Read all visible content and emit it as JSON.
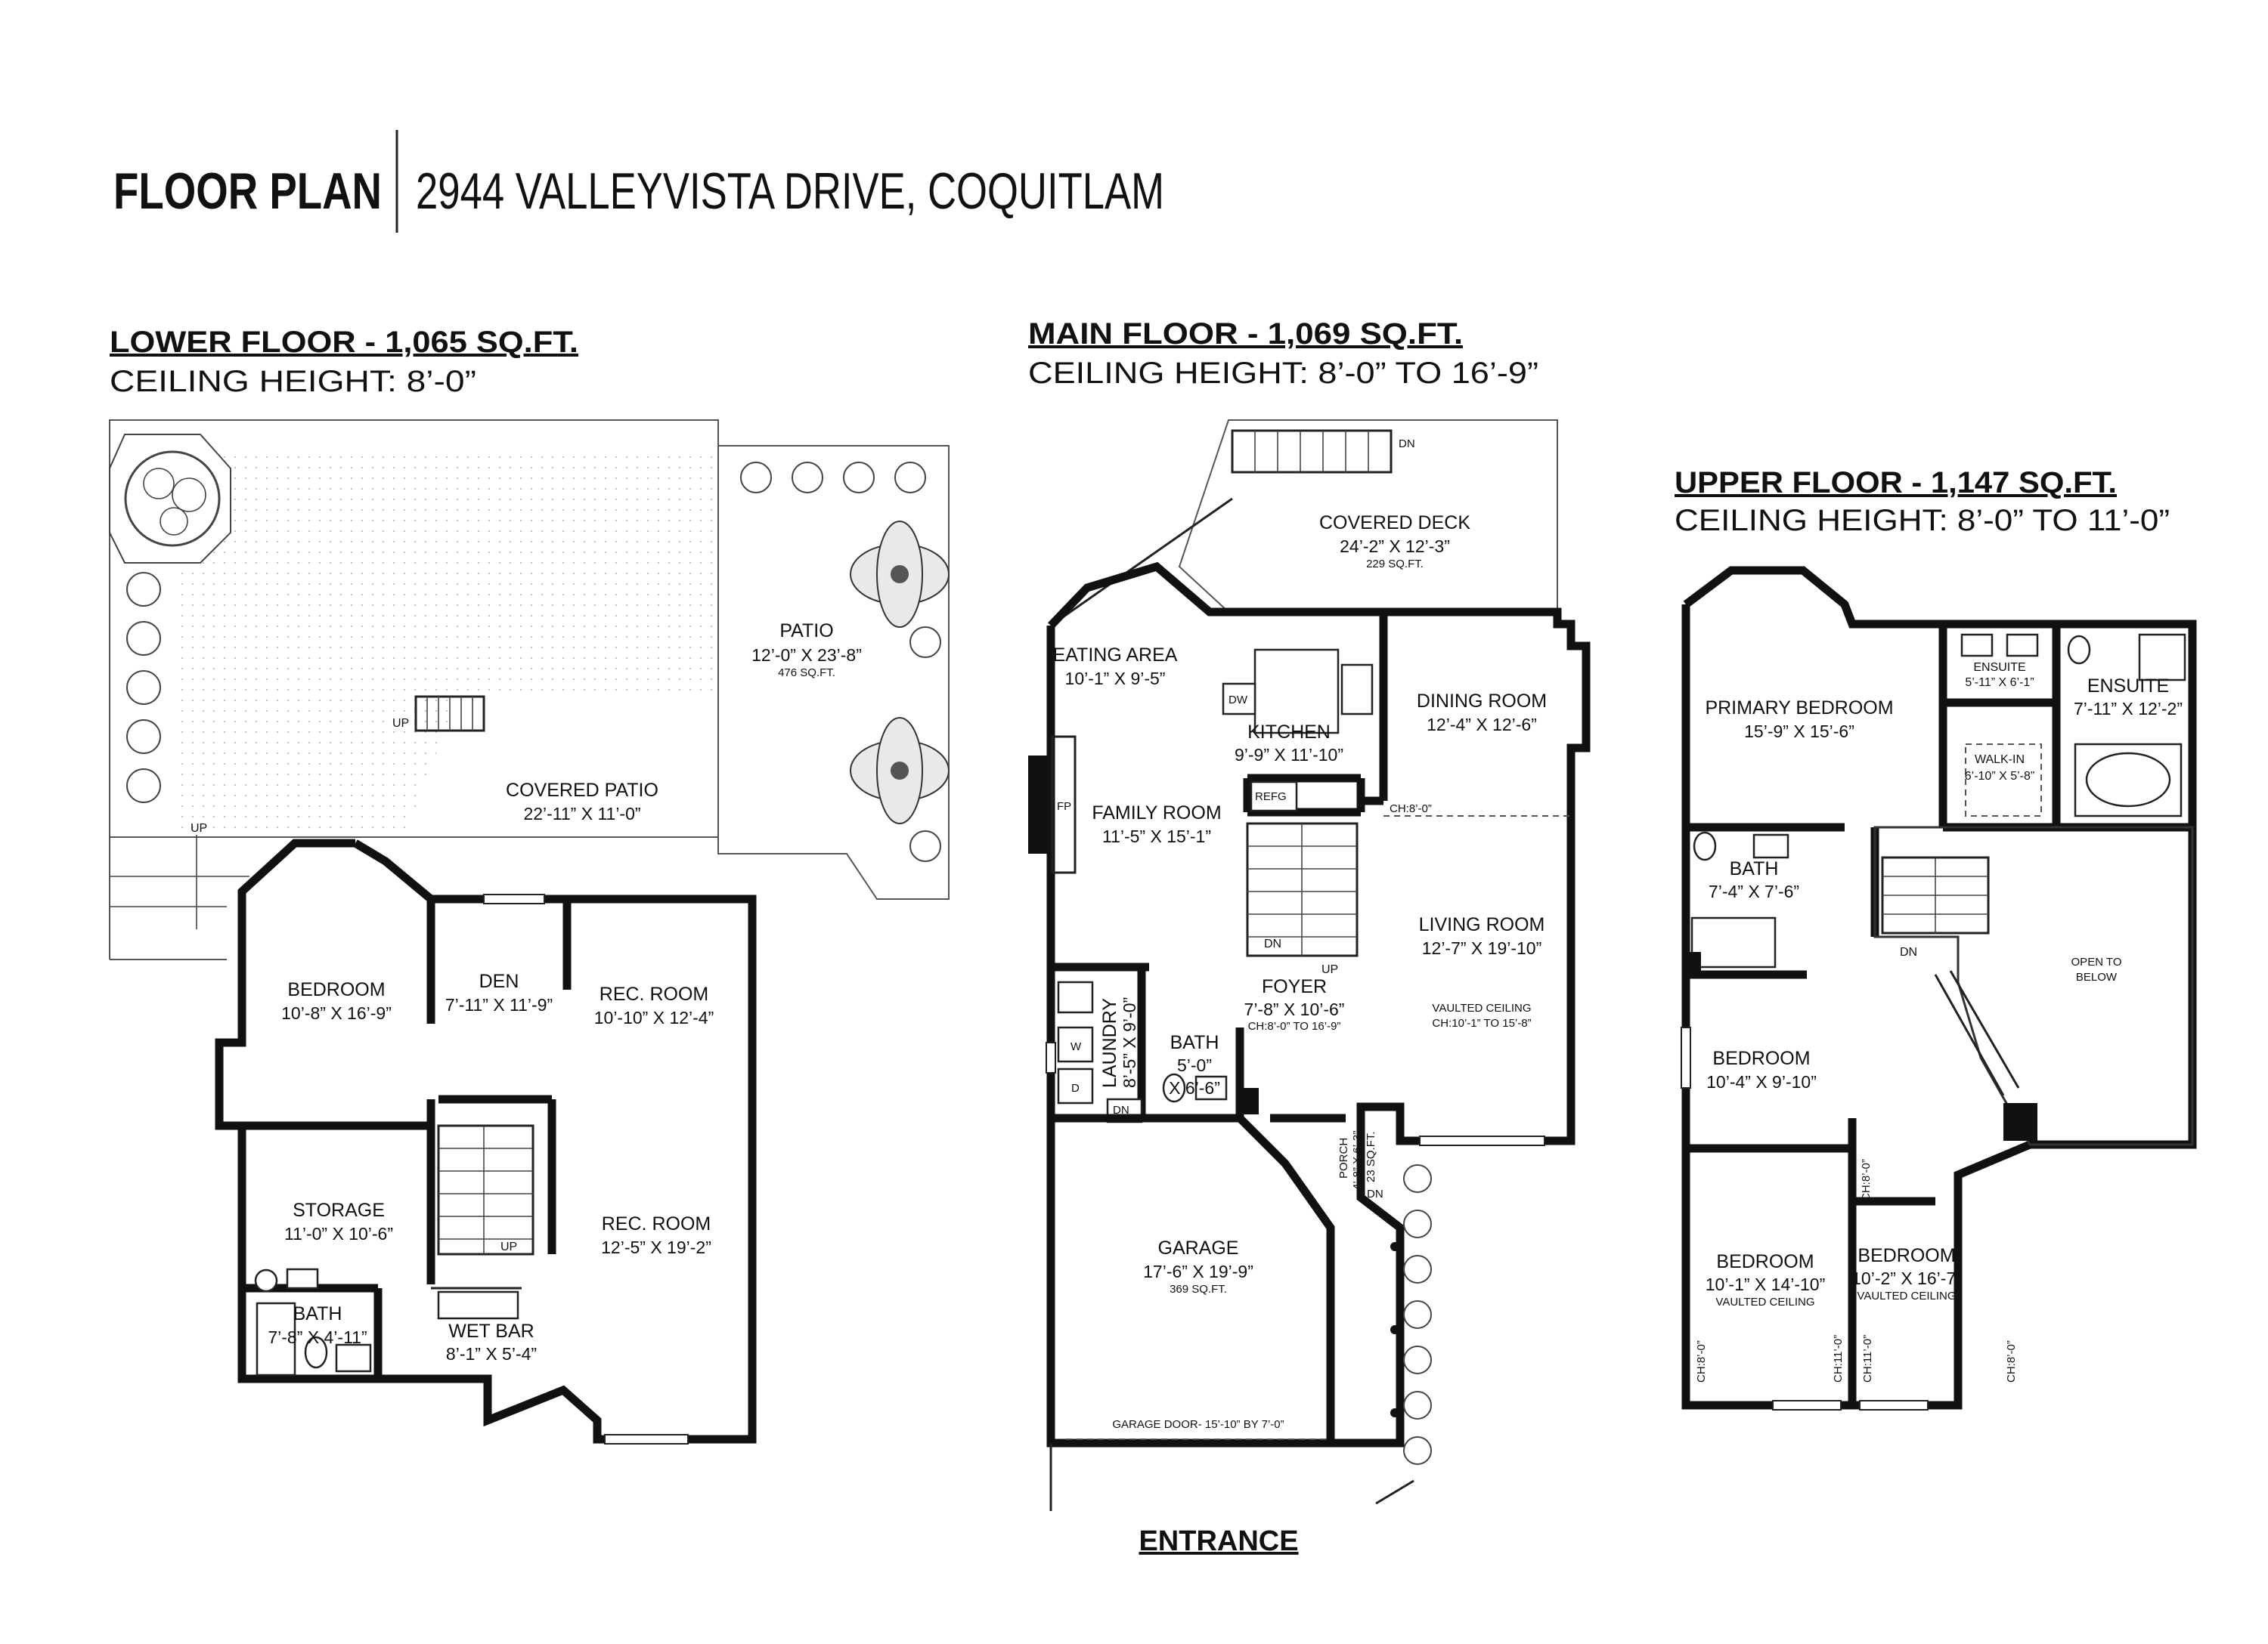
{
  "header": {
    "title": "FLOOR PLAN",
    "address": "2944 VALLEYVISTA DRIVE, COQUITLAM"
  },
  "floors": {
    "lower": {
      "title": "LOWER FLOOR - 1,065 SQ.FT.",
      "ceiling": "CEILING HEIGHT: 8’-0”",
      "rooms": {
        "patio": {
          "name": "PATIO",
          "dim": "12’-0” X 23’-8”",
          "area": "476 SQ.FT."
        },
        "covered_patio": {
          "name": "COVERED PATIO",
          "dim": "22’-11” X 11’-0”"
        },
        "bedroom": {
          "name": "BEDROOM",
          "dim": "10’-8” X 16’-9”"
        },
        "den": {
          "name": "DEN",
          "dim": "7’-11” X 11’-9”"
        },
        "rec_room_1": {
          "name": "REC. ROOM",
          "dim": "10’-10” X 12’-4”"
        },
        "storage": {
          "name": "STORAGE",
          "dim": "11’-0” X 10’-6”"
        },
        "rec_room_2": {
          "name": "REC. ROOM",
          "dim": "12’-5” X 19’-2”"
        },
        "bath": {
          "name": "BATH",
          "dim": "7’-8” X 4’-11”"
        },
        "wet_bar": {
          "name": "WET BAR",
          "dim": "8’-1” X 5’-4”"
        }
      },
      "marks": {
        "up_stair": "UP",
        "up_patio": "UP",
        "up_yard": "UP"
      }
    },
    "main": {
      "title": "MAIN FLOOR - 1,069 SQ.FT.",
      "ceiling": "CEILING HEIGHT: 8’-0” TO 16’-9”",
      "rooms": {
        "covered_deck": {
          "name": "COVERED DECK",
          "dim": "24’-2” X 12’-3”",
          "area": "229 SQ.FT."
        },
        "eating_area": {
          "name": "EATING AREA",
          "dim": "10’-1” X 9’-5”"
        },
        "kitchen": {
          "name": "KITCHEN",
          "dim": "9’-9” X 11’-10”"
        },
        "dining_room": {
          "name": "DINING ROOM",
          "dim": "12’-4” X 12’-6”"
        },
        "family_room": {
          "name": "FAMILY ROOM",
          "dim": "11’-5” X 15’-1”"
        },
        "living_room": {
          "name": "LIVING ROOM",
          "dim": "12’-7” X 19’-10”",
          "note": "VAULTED CEILING",
          "ch": "CH:10’-1” TO 15’-8”"
        },
        "foyer": {
          "name": "FOYER",
          "dim": "7’-8” X 10’-6”",
          "ch": "CH:8’-0” TO 16’-9”"
        },
        "laundry": {
          "name": "LAUNDRY",
          "dim": "8’-5” X 9’-0”"
        },
        "bath": {
          "name": "BATH",
          "dim": "5’-0”",
          "dim2": "X 6’-6”"
        },
        "porch": {
          "name": "PORCH",
          "dim": "4’-8” X 6’-3”",
          "area": "23 SQ.FT."
        },
        "garage": {
          "name": "GARAGE",
          "dim": "17’-6” X 19’-9”",
          "area": "369 SQ.FT.",
          "door": "GARAGE DOOR- 15’-10” BY 7’-0”"
        }
      },
      "marks": {
        "dn_deck": "DN",
        "dn_stair": "DN",
        "up_stair": "UP",
        "dn_laundry": "DN",
        "dn_porch": "DN",
        "dw": "DW",
        "refg": "REFG",
        "fp": "FP",
        "w": "W",
        "d": "D",
        "ch8": "CH:8’-0”"
      },
      "entrance": "ENTRANCE"
    },
    "upper": {
      "title": "UPPER FLOOR - 1,147 SQ.FT.",
      "ceiling": "CEILING HEIGHT: 8’-0” TO 11’-0”",
      "rooms": {
        "primary_bedroom": {
          "name": "PRIMARY BEDROOM",
          "dim": "15’-9” X 15’-6”"
        },
        "ensuite_1": {
          "name": "ENSUITE",
          "dim": "5’-11” X 6’-1”"
        },
        "ensuite_2": {
          "name": "ENSUITE",
          "dim": "7’-11” X 12’-2”"
        },
        "walk_in": {
          "name": "WALK-IN",
          "dim": "6’-10” X 5’-8”"
        },
        "bath": {
          "name": "BATH",
          "dim": "7’-4” X 7’-6”"
        },
        "open_to_below": {
          "name": "OPEN TO",
          "name2": "BELOW"
        },
        "bedroom_1": {
          "name": "BEDROOM",
          "dim": "10’-4” X 9’-10”"
        },
        "bedroom_2": {
          "name": "BEDROOM",
          "dim": "10’-1” X 14’-10”",
          "note": "VAULTED CEILING"
        },
        "bedroom_3": {
          "name": "BEDROOM",
          "dim": "10’-2” X 16’-7”",
          "note": "VAULTED CEILING"
        }
      },
      "marks": {
        "dn_stair": "DN",
        "ch8_a": "CH:8’-0”",
        "ch8_b": "CH:8’-0”",
        "ch8_c": "CH:8’-0”",
        "ch11_a": "CH:11’-0”",
        "ch11_b": "CH:11’-0”"
      }
    }
  }
}
